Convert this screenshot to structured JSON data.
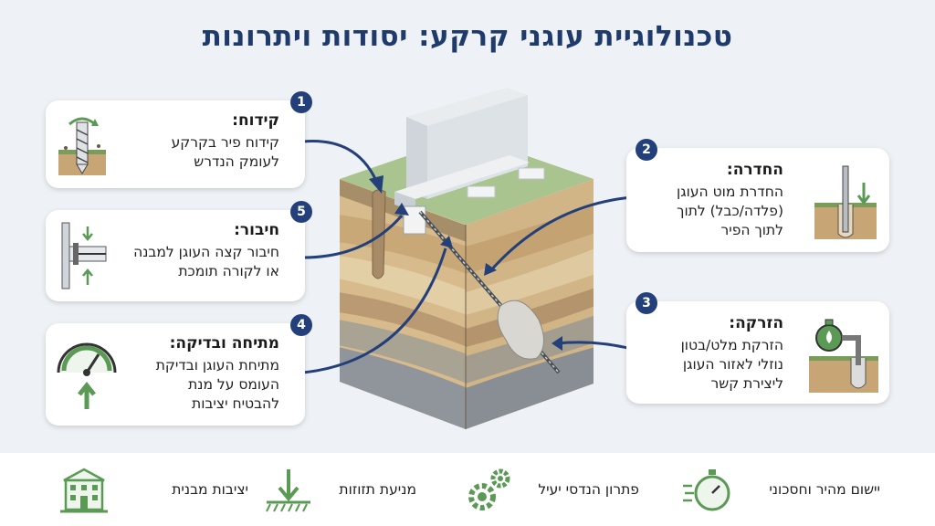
{
  "title": "טכנולוגיית עוגני קרקע: יסודות ויתרונות",
  "steps": [
    {
      "num": "1",
      "head": "קידוח:",
      "line1": "קידוח פיר בקרקע",
      "line2": "לעומק הנדרש",
      "icon": "drill-icon"
    },
    {
      "num": "5",
      "head": "חיבור:",
      "line1": "חיבור קצה העוגן למבנה",
      "line2": "או לקורה תומכת",
      "icon": "connection-icon"
    },
    {
      "num": "4",
      "head": "מתיחה ובדיקה:",
      "line1": "מתיחת העוגן ובדיקת",
      "line2": "העומס על מנת",
      "line3": "להבטיח יציבות",
      "icon": "gauge-icon"
    },
    {
      "num": "2",
      "head": "החדרה:",
      "line1": "החדרת מוט העוגן",
      "line2": "(פלדה/כבל) לתוך",
      "line3": "לתוך הפיר",
      "icon": "insert-rod-icon"
    },
    {
      "num": "3",
      "head": "הזרקה:",
      "line1": "הזרקת מלט/בטון",
      "line2": "נוזלי לאזור העוגן",
      "line3": "ליצירת קשר",
      "icon": "grout-pump-icon"
    }
  ],
  "benefits": [
    {
      "label": "יציבות מבנית",
      "icon": "building-icon"
    },
    {
      "label": "מניעת תזוזות",
      "icon": "anti-movement-icon"
    },
    {
      "label": "פתרון הנדסי יעיל",
      "icon": "gears-icon"
    },
    {
      "label": "יישום מהיר וחסכוני",
      "icon": "stopwatch-icon"
    }
  ],
  "colors": {
    "title": "#1f3b6b",
    "badge": "#24407a",
    "arrow": "#24407a",
    "icon_green": "#5a9a55"
  }
}
